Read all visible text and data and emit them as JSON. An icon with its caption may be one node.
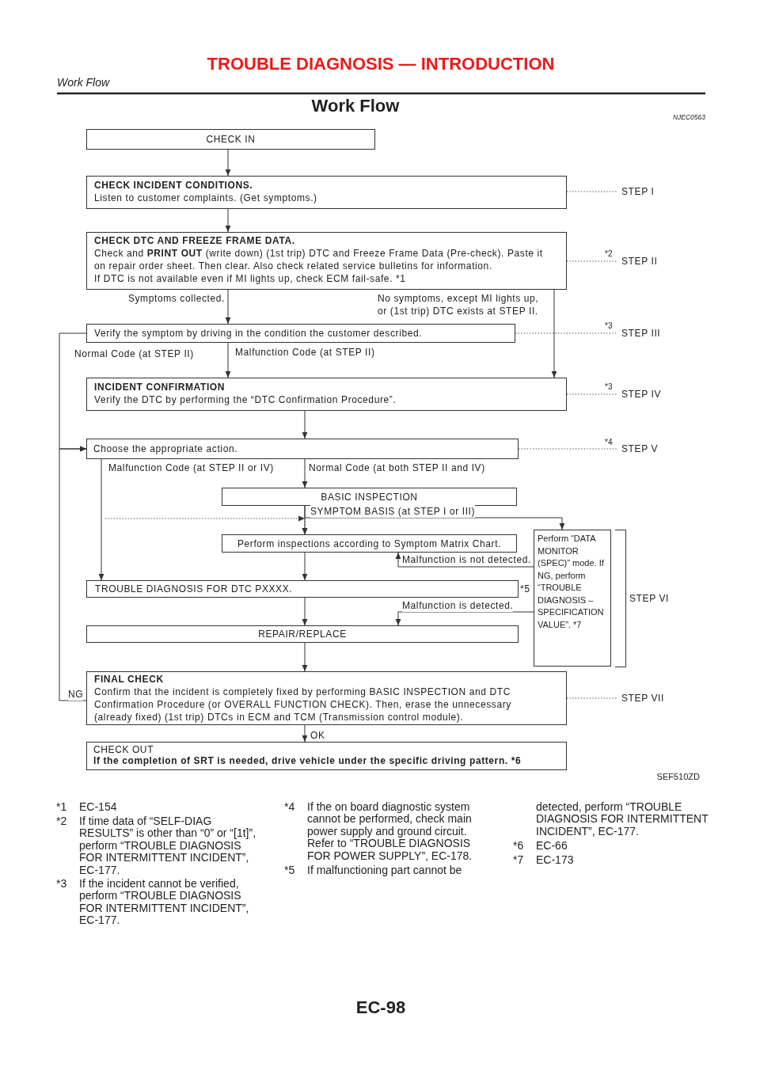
{
  "diagram": {
    "title": "Work Flow",
    "nodes": [
      {
        "text": [
          "CHECK IN"
        ]
      },
      {
        "text": [
          "CHECK INCIDENT CONDITIONS.",
          "Listen to customer complaints. (Get symptoms.)"
        ]
      },
      {
        "text": [
          "STEP I"
        ]
      },
      {
        "text": [
          "CHECK DTC AND FREEZE FRAME DATA.",
          "Check and **PRINT OUT** (write down) (1st trip) DTC and Freeze Frame Data (Pre-check). Paste it on repair order sheet. Then clear. Also check related service bulletins for information.",
          "If DTC is not available even if MI lights up, check ECM fail-safe. *1"
        ]
      },
      {
        "text": [
          "STEP II"
        ]
      },
      {
        "text": [
          "Verify the symptom by driving in the condition the customer described."
        ]
      },
      {
        "text": [
          "STEP III"
        ]
      },
      {
        "text": [
          "INCIDENT CONFIRMATION",
          "Verify the DTC by performing the “DTC Confirmation Procedure”."
        ]
      },
      {
        "text": [
          "STEP IV"
        ]
      },
      {
        "text": [
          "Choose the appropriate action."
        ]
      },
      {
        "text": [
          "STEP V"
        ]
      },
      {
        "text": [
          "BASIC INSPECTION"
        ]
      },
      {
        "text": [
          "Perform inspections according to Symptom Matrix Chart."
        ]
      },
      {
        "text": [
          "Perform “DATA MONITOR (SPEC)” mode. If NG, perform “TROUBLE DIAGNOSIS – SPECIFICATION VALUE”. *7"
        ]
      },
      {
        "text": [
          "TROUBLE DIAGNOSIS FOR DTC PXXXX."
        ],
        "beside": [
          "*5"
        ]
      },
      {
        "text": [
          "REPAIR/REPLACE"
        ]
      },
      {
        "text": [
          "FINAL CHECK",
          "Confirm that the incident is completely fixed by performing BASIC INSPECTION and DTC Confirmation Procedure (or OVERALL FUNCTION CHECK). Then, erase the unnecessary (already fixed) (1st trip) DTCs in ECM and TCM (Transmission control module)."
        ]
      },
      {
        "text": [
          "STEP VII"
        ]
      },
      {
        "text": [
          "CHECK OUT",
          "If the completion of SRT is needed, drive vehicle under the specific driving pattern. *6"
        ]
      }
    ],
    "edges": [
      {
        "from": 0,
        "to": 1,
        "arrow": "to"
      },
      {
        "from": 1,
        "to": 2,
        "arrow": "none",
        "style": "dashed"
      },
      {
        "from": 1,
        "to": 3,
        "arrow": "to"
      },
      {
        "from": 3,
        "to": 4,
        "arrow": "none",
        "style": "dashed",
        "label": "*2"
      },
      {
        "from": 3,
        "to": 5,
        "arrow": "to",
        "label": "Symptoms collected."
      },
      {
        "from": 3,
        "to": 7,
        "arrow": "to",
        "label": "No symptoms, except MI lights up, or (1st trip) DTC exists at STEP II."
      },
      {
        "from": 5,
        "to": 6,
        "arrow": "none",
        "style": "dashed",
        "label": "*3"
      },
      {
        "from": 5,
        "to": 9,
        "arrow": "to",
        "label": "Normal Code (at STEP II)"
      },
      {
        "from": 5,
        "to": 7,
        "arrow": "to",
        "label": "Malfunction Code (at STEP II)"
      },
      {
        "from": 7,
        "to": 8,
        "arrow": "none",
        "style": "dashed",
        "label": "*3"
      },
      {
        "from": 7,
        "to": 9,
        "arrow": "to"
      },
      {
        "from": 9,
        "to": 10,
        "arrow": "none",
        "style": "dashed",
        "label": "*4"
      },
      {
        "from": 9,
        "to": 14,
        "arrow": "to",
        "label": "Malfunction Code (at STEP II or IV)"
      },
      {
        "from": 9,
        "to": 11,
        "arrow": "to",
        "label": "Normal Code (at both STEP II and IV)"
      },
      {
        "from": null,
        "to": 12,
        "arrow": "to",
        "style": "dashed",
        "label": "SYMPTOM BASIS (at STEP I or III)"
      },
      {
        "from": 11,
        "to": 12,
        "arrow": "to"
      },
      {
        "from": 11,
        "to": 13,
        "arrow": "to"
      },
      {
        "from": 13,
        "to": 12,
        "arrow": "to",
        "label": "Malfunction is not detected."
      },
      {
        "from": 12,
        "to": 14,
        "arrow": "to"
      },
      {
        "from": 14,
        "to": 15,
        "arrow": "to"
      },
      {
        "from": 13,
        "to": 15,
        "arrow": "to",
        "label": "Malfunction is detected."
      },
      {
        "from": 15,
        "to": 16,
        "arrow": "to"
      },
      {
        "from": 16,
        "to": 17,
        "arrow": "none",
        "style": "dashed"
      },
      {
        "from": 16,
        "to": 9,
        "arrow": "to",
        "label": "NG"
      },
      {
        "from": 16,
        "to": 18,
        "arrow": "to",
        "label": "OK"
      }
    ],
    "labels": [
      "TROUBLE DIAGNOSIS — INTRODUCTION",
      "Work Flow",
      "NJEC0563",
      "STEP VI",
      "SEF510ZD",
      "*1",
      "EC-154",
      "*2",
      "If time data of “SELF-DIAG RESULTS” is other than “0” or “[1t]”, perform “TROUBLE DIAGNOSIS FOR INTERMITTENT INCIDENT”, EC-177.",
      "*3",
      "If the incident cannot be verified, perform “TROUBLE DIAGNOSIS FOR INTERMITTENT INCIDENT”, EC-177.",
      "*4",
      "If the on board diagnostic system cannot be performed, check main power supply and ground circuit. Refer to “TROUBLE DIAGNOSIS FOR POWER SUPPLY”, EC-178.",
      "*5",
      "If malfunctioning part cannot be",
      "detected, perform “TROUBLE DIAGNOSIS FOR INTERMITTENT INCIDENT”, EC-177.",
      "*6",
      "EC-66",
      "*7",
      "EC-173",
      "EC-98"
    ]
  }
}
